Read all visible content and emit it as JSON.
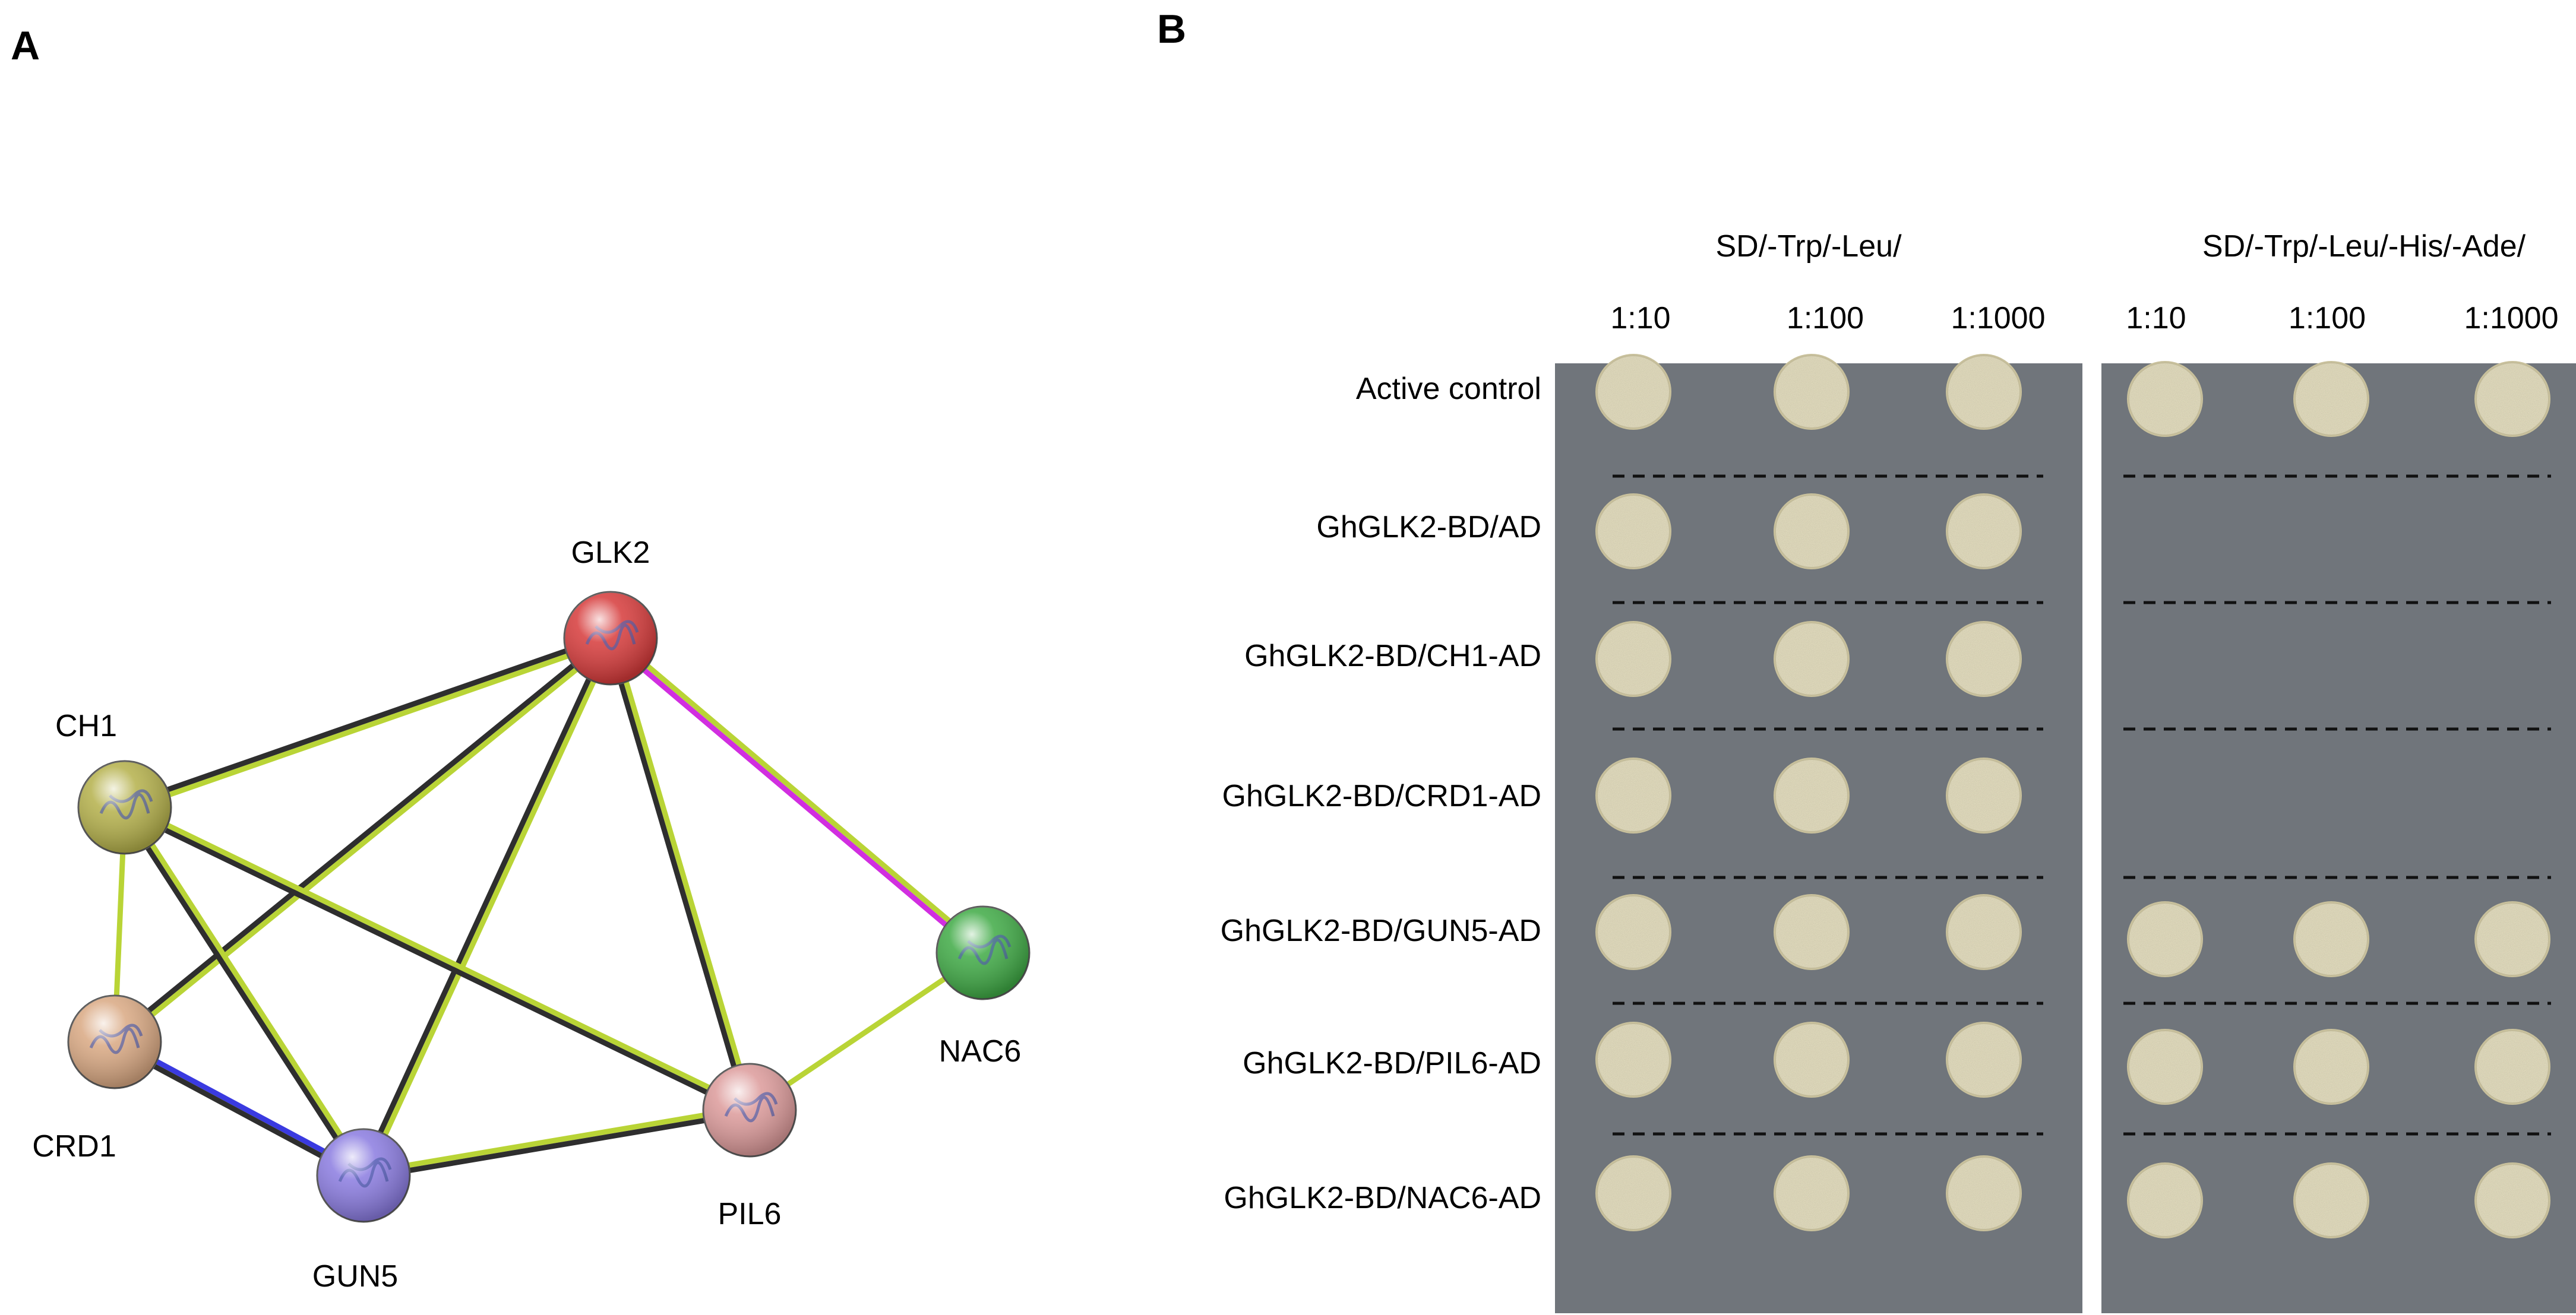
{
  "panel_a": {
    "label": "A",
    "nodes": [
      {
        "id": "GLK2",
        "label": "GLK2",
        "color": "#d63a3a"
      },
      {
        "id": "CH1",
        "label": "CH1",
        "color": "#b4b04a"
      },
      {
        "id": "CRD1",
        "label": "CRD1",
        "color": "#d9a882"
      },
      {
        "id": "GUN5",
        "label": "GUN5",
        "color": "#8a7be0"
      },
      {
        "id": "PIL6",
        "label": "PIL6",
        "color": "#dc9a9a"
      },
      {
        "id": "NAC6",
        "label": "NAC6",
        "color": "#3faa45"
      }
    ],
    "edges": [
      {
        "source": "GLK2",
        "target": "CH1",
        "colors": [
          "#b9d436",
          "#2e2e2e"
        ]
      },
      {
        "source": "GLK2",
        "target": "CRD1",
        "colors": [
          "#b9d436",
          "#2e2e2e"
        ]
      },
      {
        "source": "GLK2",
        "target": "GUN5",
        "colors": [
          "#b9d436",
          "#2e2e2e"
        ]
      },
      {
        "source": "GLK2",
        "target": "PIL6",
        "colors": [
          "#b9d436",
          "#2e2e2e"
        ]
      },
      {
        "source": "GLK2",
        "target": "NAC6",
        "colors": [
          "#b9d436",
          "#d12ee0"
        ]
      },
      {
        "source": "CH1",
        "target": "CRD1",
        "colors": [
          "#b9d436"
        ]
      },
      {
        "source": "CH1",
        "target": "GUN5",
        "colors": [
          "#b9d436",
          "#2e2e2e"
        ]
      },
      {
        "source": "CH1",
        "target": "PIL6",
        "colors": [
          "#b9d436",
          "#2e2e2e"
        ]
      },
      {
        "source": "CRD1",
        "target": "GUN5",
        "colors": [
          "#3a3ae0",
          "#2e2e2e"
        ]
      },
      {
        "source": "GUN5",
        "target": "PIL6",
        "colors": [
          "#b9d436",
          "#2e2e2e"
        ]
      },
      {
        "source": "PIL6",
        "target": "NAC6",
        "colors": [
          "#b9d436"
        ]
      }
    ]
  },
  "panel_b": {
    "label": "B",
    "media": [
      {
        "title": "SD/-Trp/-Leu/",
        "dilutions": [
          "1:10",
          "1:100",
          "1:1000"
        ]
      },
      {
        "title": "SD/-Trp/-Leu/-His/-Ade/",
        "dilutions": [
          "1:10",
          "1:100",
          "1:1000"
        ]
      }
    ],
    "rows": [
      {
        "label": "Active control",
        "growth_sd2": [
          true,
          true,
          true
        ],
        "growth_sd4": [
          true,
          true,
          true
        ]
      },
      {
        "label": "GhGLK2-BD/AD",
        "growth_sd2": [
          true,
          true,
          true
        ],
        "growth_sd4": [
          false,
          false,
          false
        ]
      },
      {
        "label": "GhGLK2-BD/CH1-AD",
        "growth_sd2": [
          true,
          true,
          true
        ],
        "growth_sd4": [
          false,
          false,
          false
        ]
      },
      {
        "label": "GhGLK2-BD/CRD1-AD",
        "growth_sd2": [
          true,
          true,
          true
        ],
        "growth_sd4": [
          false,
          false,
          false
        ]
      },
      {
        "label": "GhGLK2-BD/GUN5-AD",
        "growth_sd2": [
          true,
          true,
          true
        ],
        "growth_sd4": [
          true,
          true,
          true
        ]
      },
      {
        "label": "GhGLK2-BD/PIL6-AD",
        "growth_sd2": [
          true,
          true,
          true
        ],
        "growth_sd4": [
          true,
          true,
          true
        ]
      },
      {
        "label": "GhGLK2-BD/NAC6-AD",
        "growth_sd2": [
          true,
          true,
          true
        ],
        "growth_sd4": [
          true,
          true,
          true
        ]
      }
    ],
    "plate_color": "#70757b",
    "colony_color": "#e6e0c2"
  }
}
